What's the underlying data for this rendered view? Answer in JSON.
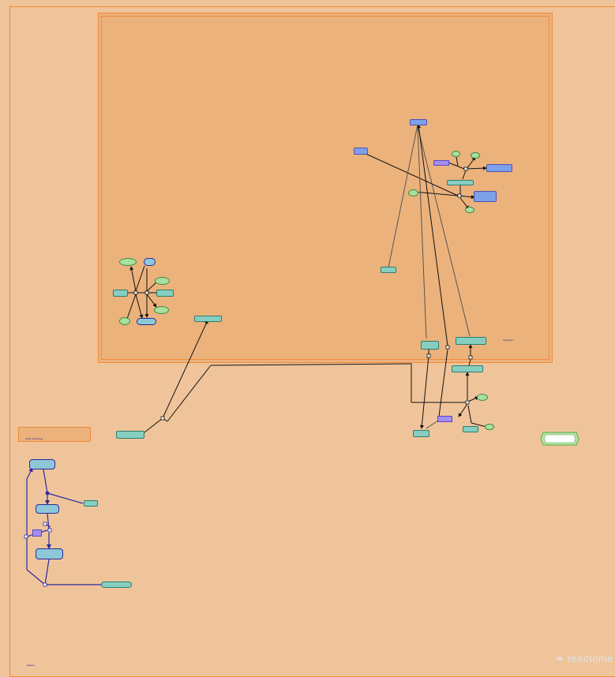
{
  "compartments": {
    "inner_label": "cytoplasm",
    "golgi_label": "Golgi membrane",
    "outer_label": "plasma"
  },
  "nodes": {
    "complex_top": "",
    "complex_left": "",
    "complex_small": "",
    "complex_right": "",
    "prot_mid_a": "",
    "prot_mid_b": "",
    "chem_adp1": "",
    "chem_atp1": "",
    "chem_atp2": "",
    "chem_adp2": "",
    "prot_single": "",
    "chem_left1": "",
    "prot_left2": "",
    "chem_left3": "",
    "prot_left4": "",
    "prot_left5": "",
    "chem_left6": "",
    "chem_left7": "",
    "prot_left8": "",
    "prot_center": "",
    "prot_right1": "",
    "prot_right2": "",
    "prot_right3": "",
    "chem_right_adp": "",
    "set_right": "",
    "prot_bottom1": "",
    "prot_bottom2": "",
    "chem_bottom_atp": "",
    "prot_lower_left": "",
    "blue_a": "",
    "blue_b": "",
    "blue_c": "",
    "blue_set": "",
    "prot_side": "",
    "pill_bottom": "",
    "legend": ""
  },
  "watermark": "reactome"
}
